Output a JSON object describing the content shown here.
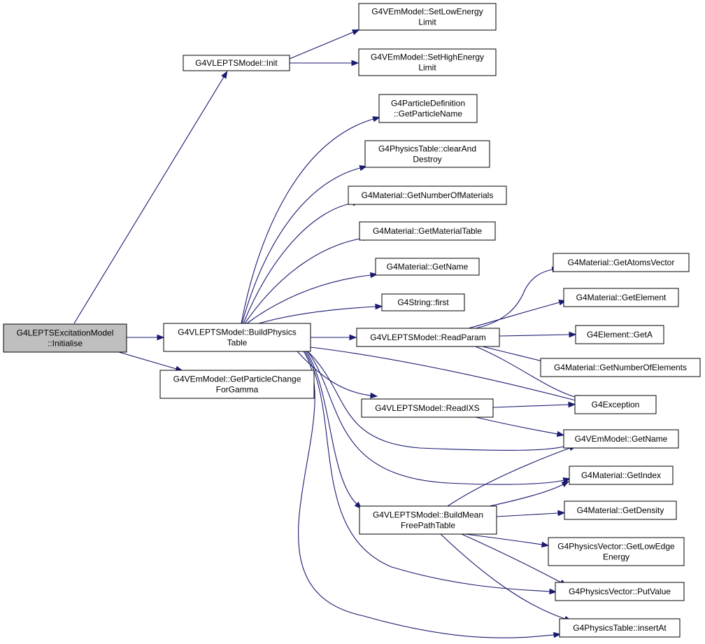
{
  "nodes": [
    {
      "id": "root",
      "lines": [
        "G4LEPTSExcitationModel",
        "::Initialise"
      ],
      "root": true
    },
    {
      "id": "init",
      "lines": [
        "G4VLEPTSModel::Init"
      ]
    },
    {
      "id": "setlow",
      "lines": [
        "G4VEmModel::SetLowEnergy",
        "Limit"
      ]
    },
    {
      "id": "sethigh",
      "lines": [
        "G4VEmModel::SetHighEnergy",
        "Limit"
      ]
    },
    {
      "id": "build",
      "lines": [
        "G4VLEPTSModel::BuildPhysics",
        "Table"
      ]
    },
    {
      "id": "getpc",
      "lines": [
        "G4VEmModel::GetParticleChange",
        "ForGamma"
      ]
    },
    {
      "id": "partname",
      "lines": [
        "G4ParticleDefinition",
        "::GetParticleName"
      ]
    },
    {
      "id": "cleardestroy",
      "lines": [
        "G4PhysicsTable::clearAnd",
        "Destroy"
      ]
    },
    {
      "id": "nummat",
      "lines": [
        "G4Material::GetNumberOfMaterials"
      ]
    },
    {
      "id": "mattable",
      "lines": [
        "G4Material::GetMaterialTable"
      ]
    },
    {
      "id": "matname",
      "lines": [
        "G4Material::GetName"
      ]
    },
    {
      "id": "first",
      "lines": [
        "G4String::first"
      ]
    },
    {
      "id": "readparam",
      "lines": [
        "G4VLEPTSModel::ReadParam"
      ]
    },
    {
      "id": "readixs",
      "lines": [
        "G4VLEPTSModel::ReadIXS"
      ]
    },
    {
      "id": "buildmfp",
      "lines": [
        "G4VLEPTSModel::BuildMean",
        "FreePathTable"
      ]
    },
    {
      "id": "atomsvec",
      "lines": [
        "G4Material::GetAtomsVector"
      ]
    },
    {
      "id": "getelement",
      "lines": [
        "G4Material::GetElement"
      ]
    },
    {
      "id": "geta",
      "lines": [
        "G4Element::GetA"
      ]
    },
    {
      "id": "numelem",
      "lines": [
        "G4Material::GetNumberOfElements"
      ]
    },
    {
      "id": "exception",
      "lines": [
        "G4Exception"
      ]
    },
    {
      "id": "emname",
      "lines": [
        "G4VEmModel::GetName"
      ]
    },
    {
      "id": "getindex",
      "lines": [
        "G4Material::GetIndex"
      ]
    },
    {
      "id": "getdensity",
      "lines": [
        "G4Material::GetDensity"
      ]
    },
    {
      "id": "lowedge",
      "lines": [
        "G4PhysicsVector::GetLowEdge",
        "Energy"
      ]
    },
    {
      "id": "putvalue",
      "lines": [
        "G4PhysicsVector::PutValue"
      ]
    },
    {
      "id": "insertat",
      "lines": [
        "G4PhysicsTable::insertAt"
      ]
    }
  ],
  "edges": [
    {
      "from": "root",
      "to": "init"
    },
    {
      "from": "root",
      "to": "build"
    },
    {
      "from": "root",
      "to": "getpc"
    },
    {
      "from": "init",
      "to": "setlow"
    },
    {
      "from": "init",
      "to": "sethigh"
    },
    {
      "from": "build",
      "to": "partname"
    },
    {
      "from": "build",
      "to": "cleardestroy"
    },
    {
      "from": "build",
      "to": "nummat"
    },
    {
      "from": "build",
      "to": "mattable"
    },
    {
      "from": "build",
      "to": "matname"
    },
    {
      "from": "build",
      "to": "first"
    },
    {
      "from": "build",
      "to": "readparam"
    },
    {
      "from": "build",
      "to": "exception"
    },
    {
      "from": "build",
      "to": "readixs"
    },
    {
      "from": "build",
      "to": "emname"
    },
    {
      "from": "build",
      "to": "getindex"
    },
    {
      "from": "build",
      "to": "buildmfp"
    },
    {
      "from": "build",
      "to": "putvalue"
    },
    {
      "from": "build",
      "to": "insertat"
    },
    {
      "from": "readparam",
      "to": "atomsvec"
    },
    {
      "from": "readparam",
      "to": "getelement"
    },
    {
      "from": "readparam",
      "to": "geta"
    },
    {
      "from": "readparam",
      "to": "numelem"
    },
    {
      "from": "readparam",
      "to": "exception"
    },
    {
      "from": "readixs",
      "to": "exception"
    },
    {
      "from": "readixs",
      "to": "emname"
    },
    {
      "from": "buildmfp",
      "to": "emname"
    },
    {
      "from": "buildmfp",
      "to": "getindex"
    },
    {
      "from": "buildmfp",
      "to": "getdensity"
    },
    {
      "from": "buildmfp",
      "to": "lowedge"
    },
    {
      "from": "buildmfp",
      "to": "putvalue"
    },
    {
      "from": "buildmfp",
      "to": "insertat"
    }
  ],
  "colors": {
    "edge": "#191970",
    "root_fill": "#bfbfbf",
    "node_fill": "#ffffff",
    "node_stroke": "#000000"
  }
}
